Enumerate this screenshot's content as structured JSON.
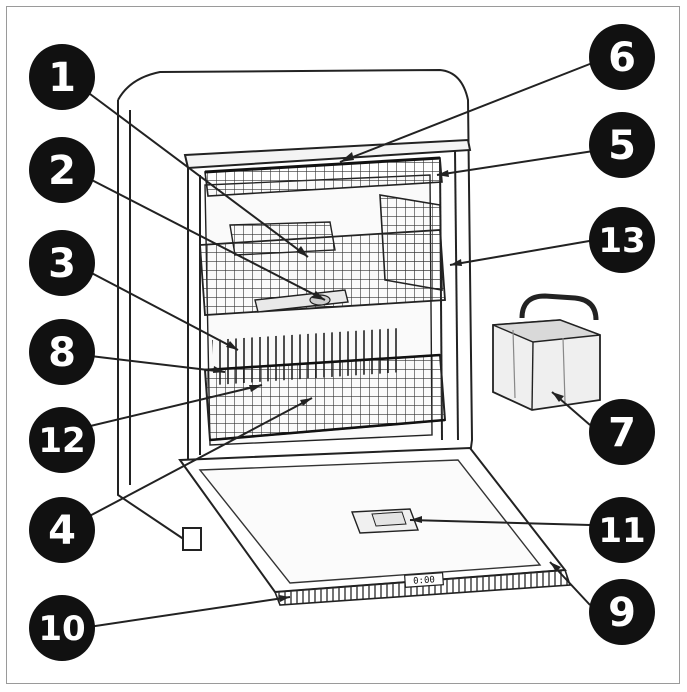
{
  "callouts": [
    {
      "id": "c1",
      "text": "1"
    },
    {
      "id": "c2",
      "text": "2"
    },
    {
      "id": "c3",
      "text": "3"
    },
    {
      "id": "c4",
      "text": "4"
    },
    {
      "id": "c5",
      "text": "5"
    },
    {
      "id": "c6",
      "text": "6"
    },
    {
      "id": "c7",
      "text": "7"
    },
    {
      "id": "c8",
      "text": "8"
    },
    {
      "id": "c9",
      "text": "9"
    },
    {
      "id": "c10",
      "text": "10"
    },
    {
      "id": "c11",
      "text": "11"
    },
    {
      "id": "c12",
      "text": "12"
    },
    {
      "id": "c13",
      "text": "13"
    }
  ],
  "control_panel": {
    "display": "0:00"
  },
  "colors": {
    "callout_fill": "#111111",
    "callout_text": "#ffffff",
    "line": "#222222",
    "rack": "#333333"
  }
}
